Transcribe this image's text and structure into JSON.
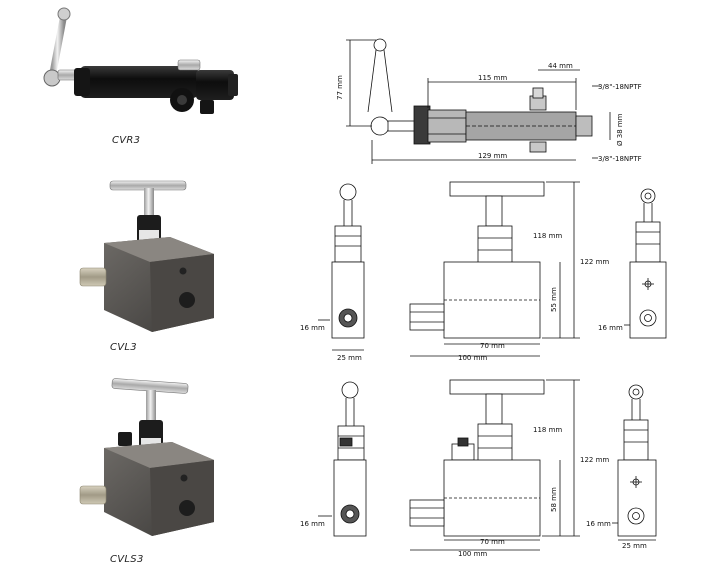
{
  "products": [
    {
      "name": "CVR3"
    },
    {
      "name": "CVL3"
    },
    {
      "name": "CVLS3"
    }
  ],
  "drawing_cvr3": {
    "height": "77 mm",
    "length": "115 mm",
    "offset": "44 mm",
    "port_top": "3/8\"-18NPTF",
    "diameter": "Ø 38 mm",
    "overall": "129 mm",
    "port_bottom": "3/8\"-18NPTF"
  },
  "drawing_cvl3": {
    "side_port": "16 mm",
    "side_width": "25 mm",
    "stem": "118 mm",
    "overall": "122 mm",
    "body_height": "55 mm",
    "body_port": "70 mm",
    "body_width": "100 mm",
    "end_port": "16 mm"
  },
  "drawing_cvls3": {
    "side_port": "16 mm",
    "stem": "118 mm",
    "overall": "122 mm",
    "body_height": "58 mm",
    "body_port": "70 mm",
    "body_width": "100 mm",
    "end_port": "16 mm",
    "end_width": "25 mm"
  }
}
